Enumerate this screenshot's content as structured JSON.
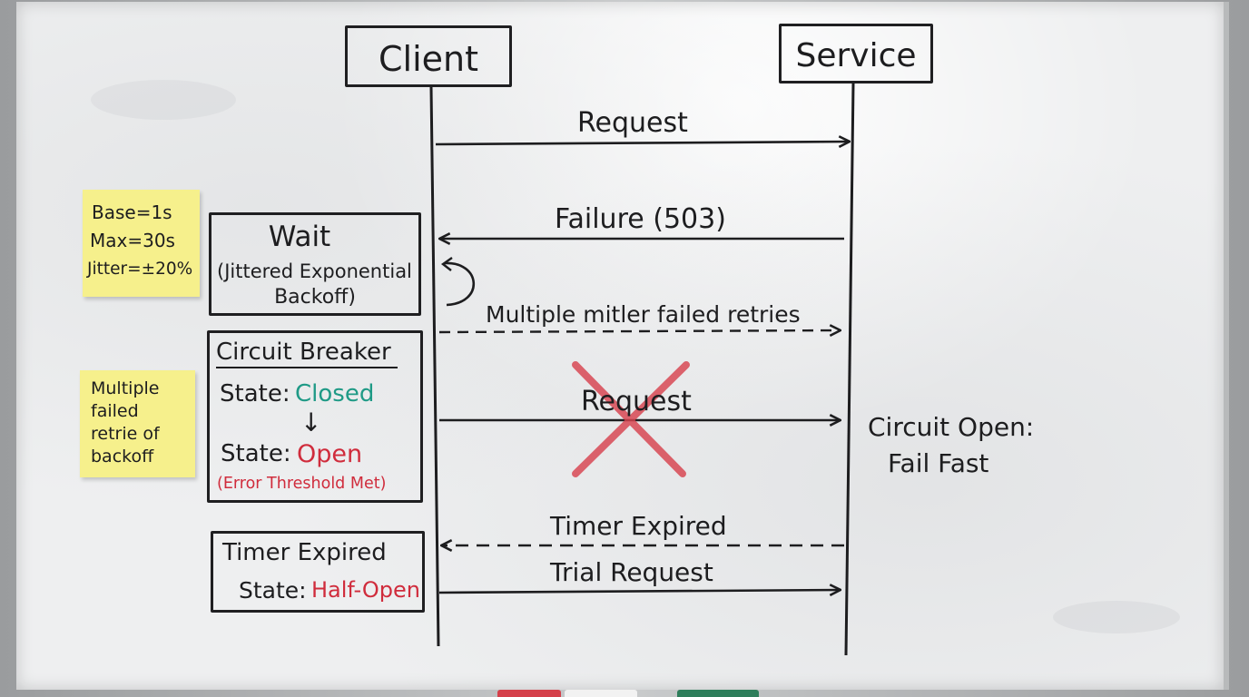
{
  "participants": {
    "client": "Client",
    "service": "Service"
  },
  "messages": {
    "request": "Request",
    "failure": "Failure (503)",
    "retries": "Multiple mitler failed retries",
    "blocked_request": "Request",
    "timer_expired": "Timer Expired",
    "trial_request": "Trial Request"
  },
  "wait_box": {
    "title": "Wait",
    "line1": "(Jittered Exponential",
    "line2": "Backoff)"
  },
  "circuit_box": {
    "title": "Circuit Breaker",
    "state_label_1": "State:",
    "state_value_1": "Closed",
    "arrow": "↓",
    "state_label_2": "State:",
    "state_value_2": "Open",
    "note": "(Error Threshold Met)"
  },
  "timer_box": {
    "title": "Timer Expired",
    "state_label": "State:",
    "state_value": "Half-Open"
  },
  "sticky_params": {
    "line1": "Base=1s",
    "line2": "Max=30s",
    "line3": "Jitter=±20%"
  },
  "sticky_retries": {
    "line1": "Multiple",
    "line2": "failed",
    "line3": "retrie of",
    "line4": "backoff"
  },
  "circuit_open_note": {
    "line1": "Circuit Open:",
    "line2": "Fail Fast"
  },
  "colors": {
    "ink": "#1d1d1f",
    "green_marker": "#1f9a86",
    "red_marker": "#d02c3c",
    "sticky_note": "#f6f08c"
  }
}
